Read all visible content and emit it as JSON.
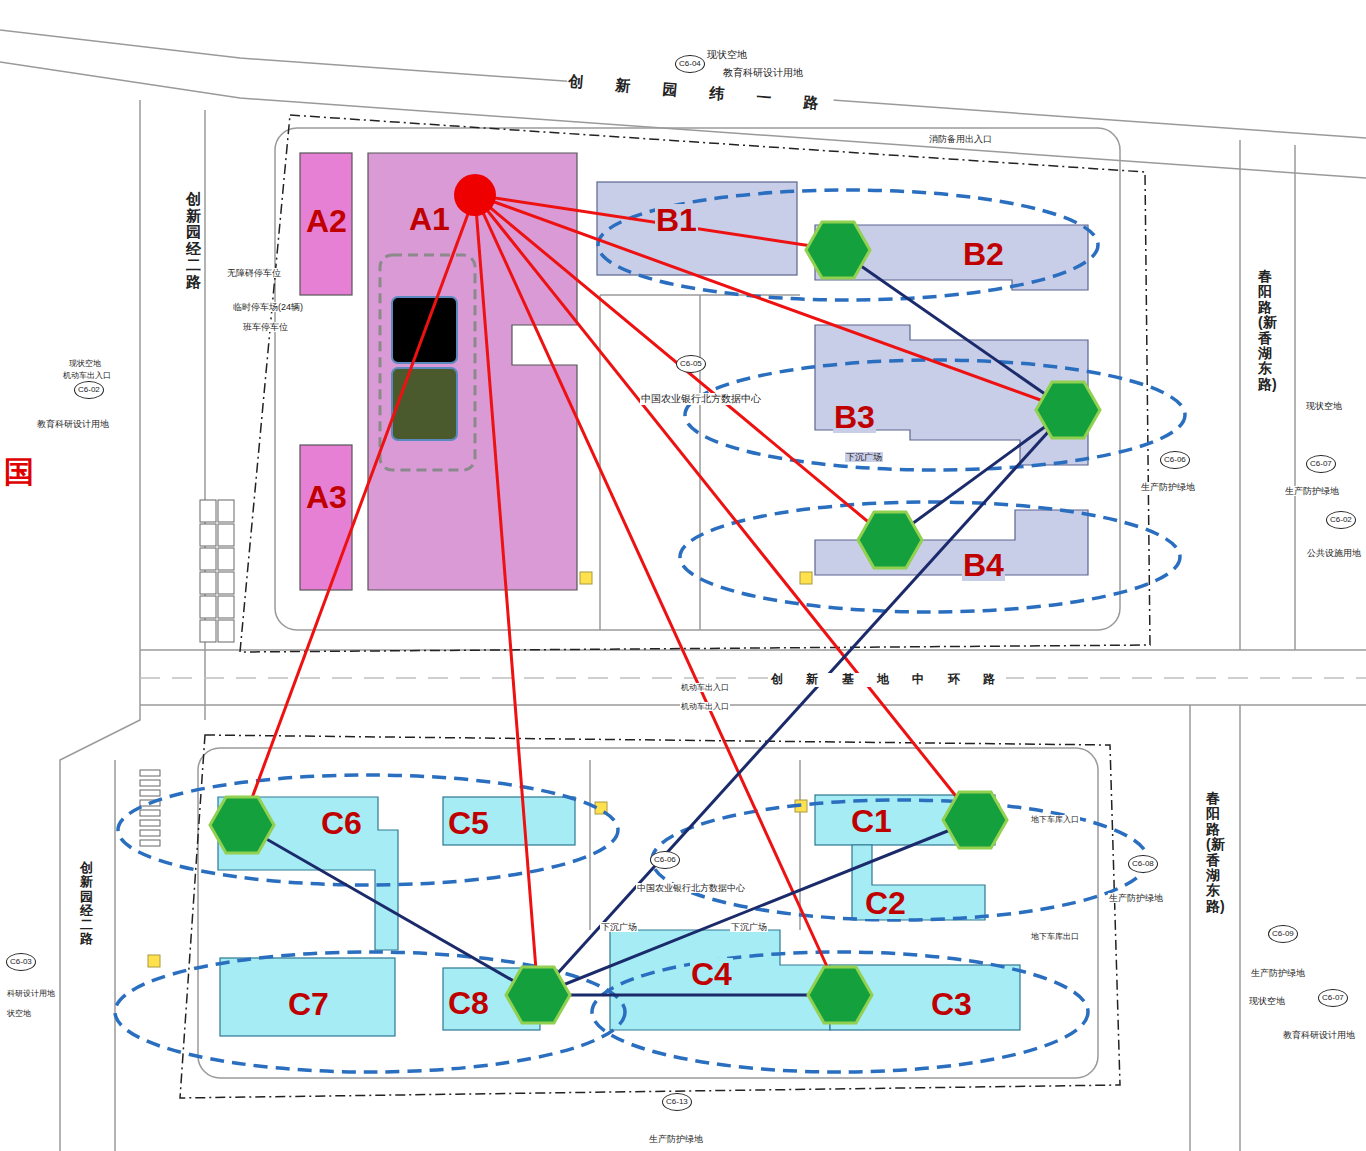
{
  "diagram": {
    "nodes": [
      {
        "text": [
          "A2"
        ]
      },
      {
        "text": [
          "A1"
        ]
      },
      {
        "text": [
          "B1"
        ]
      },
      {
        "text": [
          "B2"
        ]
      },
      {
        "text": [
          "B3"
        ]
      },
      {
        "text": [
          "A3"
        ]
      },
      {
        "text": [
          "B4"
        ]
      },
      {
        "text": [
          "C6"
        ]
      },
      {
        "text": [
          "C5"
        ]
      },
      {
        "text": [
          "C1"
        ]
      },
      {
        "text": [
          "C2"
        ]
      },
      {
        "text": [
          "C7"
        ]
      },
      {
        "text": [
          "C8"
        ]
      },
      {
        "text": [
          "C4"
        ]
      },
      {
        "text": [
          "C3"
        ]
      }
    ],
    "edges": [
      {
        "from": 1,
        "to": 3,
        "arrow": "none"
      },
      {
        "from": 1,
        "to": 4,
        "arrow": "none"
      },
      {
        "from": 1,
        "to": 6,
        "arrow": "none"
      },
      {
        "from": 1,
        "to": 9,
        "arrow": "none"
      },
      {
        "from": 1,
        "to": 14,
        "arrow": "none"
      },
      {
        "from": 1,
        "to": 12,
        "arrow": "none"
      },
      {
        "from": 1,
        "to": 7,
        "arrow": "none"
      },
      {
        "from": 3,
        "to": 4,
        "arrow": "none"
      },
      {
        "from": 4,
        "to": 6,
        "arrow": "none"
      },
      {
        "from": 4,
        "to": 12,
        "arrow": "none"
      },
      {
        "from": 9,
        "to": 12,
        "arrow": "none"
      },
      {
        "from": 7,
        "to": 12,
        "arrow": "none"
      },
      {
        "from": 12,
        "to": 14,
        "arrow": "none"
      }
    ],
    "labels": [
      "现状空地",
      "C6-04",
      "教育科研设计用地",
      "创 新 园 纬 一 路",
      "消防备用出入口",
      "创新园经二路",
      "无障碍停车位",
      "临时停车场(24辆)",
      "班车停车位",
      "现状空地",
      "机动车出入口",
      "C6-02",
      "教育科研设计用地",
      "C6-05",
      "中国农业银行北方数据中心",
      "下沉广场",
      "C6-06",
      "生产防护绿地",
      "现状空地",
      "C6-07",
      "生产防护绿地",
      "C6-02",
      "公共设施用地",
      "春阳路(新香湖东路)",
      "创 新 基 地 中 环 路",
      "机动车出入口",
      "机动车出入口",
      "C6-06",
      "中国农业银行北方数据中心",
      "下沉广场",
      "下沉广场",
      "C6-08",
      "生产防护绿地",
      "地下车库入口",
      "地下车库出口",
      "春阳路(新香湖东路)",
      "C6-09",
      "生产防护绿地",
      "现状空地",
      "C6-07",
      "教育科研设计用地",
      "C6-13",
      "生产防护绿地",
      "C6-03",
      "科研设计用地",
      "状空地",
      "创新园经二路",
      "国"
    ]
  }
}
